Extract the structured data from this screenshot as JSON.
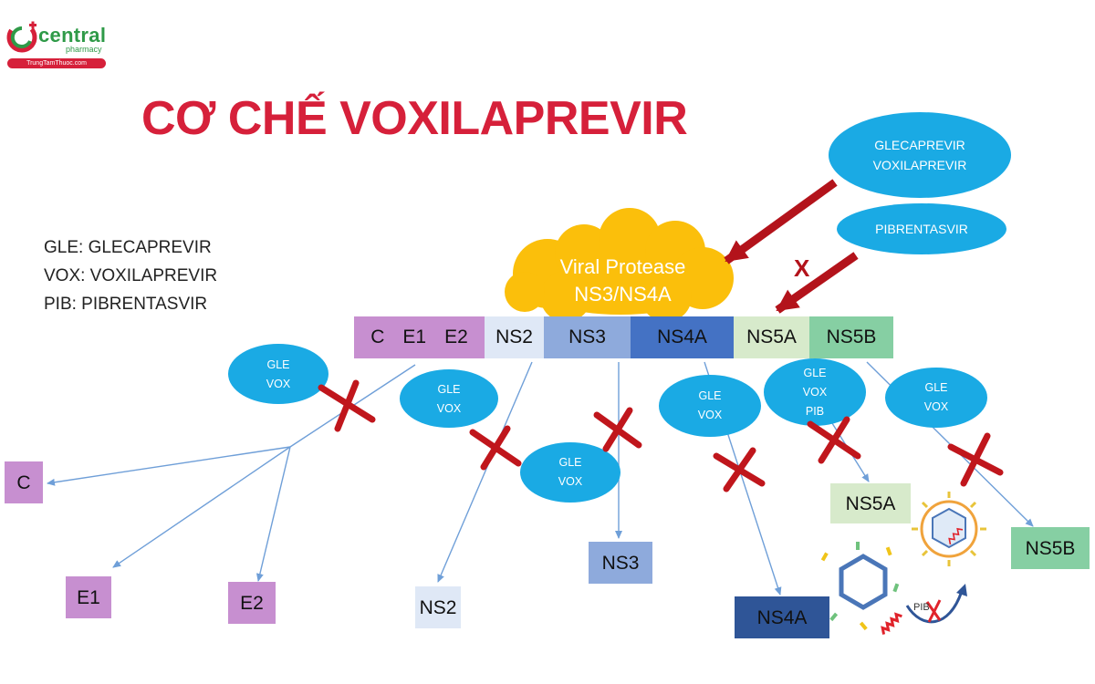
{
  "brand": {
    "name": "central",
    "subtitle": "pharmacy",
    "website": "TrungTamThuoc.com"
  },
  "title": "CƠ CHẾ VOXILAPREVIR",
  "legend": [
    "GLE: GLECAPREVIR",
    "VOX: VOXILAPREVIR",
    "PIB: PIBRENTASVIR"
  ],
  "protease": {
    "line1": "Viral Protease",
    "line2": "NS3/NS4A"
  },
  "drugs": {
    "top_line1": "GLECAPREVIR",
    "top_line2": "VOXILAPREVIR",
    "second": "PIBRENTASVIR",
    "blocked_mark": "X"
  },
  "polyprotein": {
    "structural": [
      "C",
      "E1",
      "E2"
    ],
    "ns2": "NS2",
    "ns3": "NS3",
    "ns4a": "NS4A",
    "ns5a": "NS5A",
    "ns5b": "NS5B"
  },
  "inhibitor_labels": {
    "e1": {
      "l1": "GLE",
      "l2": "VOX"
    },
    "e2": {
      "l1": "GLE",
      "l2": "VOX"
    },
    "e3": {
      "l1": "GLE",
      "l2": "VOX"
    },
    "e4": {
      "l1": "GLE",
      "l2": "VOX"
    },
    "e5": {
      "l1": "GLE",
      "l2": "VOX",
      "l3": "PIB"
    },
    "e6": {
      "l1": "GLE",
      "l2": "VOX"
    }
  },
  "products": {
    "c": "C",
    "e1": "E1",
    "e2": "E2",
    "ns2": "NS2",
    "ns3": "NS3",
    "ns4a": "NS4A",
    "ns5a": "NS5A",
    "ns5b": "NS5B"
  },
  "pib_note": "PIB",
  "colors": {
    "title_red": "#d6203a",
    "brand_green": "#2f9a48",
    "ellipse_blue": "#1aaae4",
    "cloud_yellow": "#fbbf0b",
    "cross_red": "#c0161c",
    "arrow_dark_red": "#b3131b",
    "seg_structural": "#c78fd0",
    "seg_ns2": "#dfe8f6",
    "seg_ns3": "#8eaadc",
    "seg_ns4a": "#4472c4",
    "seg_ns5a": "#d7eacb",
    "seg_ns5b": "#86cfa3"
  }
}
